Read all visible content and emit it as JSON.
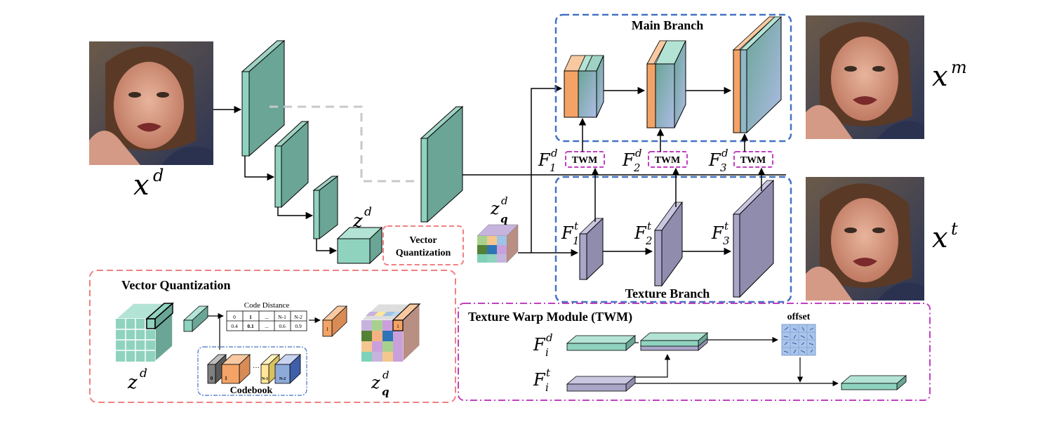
{
  "labels": {
    "x_d": "x",
    "x_d_sup": "d",
    "x_m": "x",
    "x_m_sup": "m",
    "x_t": "x",
    "x_t_sup": "t",
    "z_d": "z",
    "z_d_sup": "d",
    "zq": "z",
    "zq_sup": "d",
    "zq_sub": "q",
    "F1d": "F",
    "F1d_sup": "d",
    "F1d_sub": "1",
    "F2d": "F",
    "F2d_sup": "d",
    "F2d_sub": "2",
    "F3d": "F",
    "F3d_sup": "d",
    "F3d_sub": "3",
    "F1t": "F",
    "F1t_sup": "t",
    "F1t_sub": "1",
    "F2t": "F",
    "F2t_sup": "t",
    "F2t_sub": "2",
    "F3t": "F",
    "F3t_sup": "t",
    "F3t_sub": "3",
    "Fid": "F",
    "Fid_sup": "d",
    "Fid_sub": "i",
    "Fit": "F",
    "Fit_sup": "t",
    "Fit_sub": "i",
    "vq_z_d": "z",
    "vq_z_d_sup": "d",
    "vq_zq": "z",
    "vq_zq_sup": "d",
    "vq_zq_sub": "q"
  },
  "boxes": {
    "main_branch": "Main Branch",
    "texture_branch": "Texture Branch",
    "vq_small_1": "Vector",
    "vq_small_2": "Quantization",
    "vq_panel": "Vector Quantization",
    "twm_panel": "Texture Warp Module (TWM)",
    "twm_tag": "TWM",
    "codebook": "Codebook",
    "code_distance": "Code Distance",
    "offset": "offset"
  },
  "code_distance_table": {
    "row1": [
      "0",
      "1",
      "...",
      "N-1",
      "N-2"
    ],
    "row2": [
      "0.4",
      "0.1",
      "...",
      "0.6",
      "0.9"
    ]
  },
  "codebook_entries": [
    "0",
    "1",
    "N-1",
    "N-2"
  ],
  "selected_code": "1",
  "colors": {
    "encoder_teal": "#6aa596",
    "teal_light": "#8fd3bf",
    "orange": "#f4a366",
    "lavender": "#a9a6c8",
    "blue_dashed": "#4472c4",
    "salmon_dashed": "#f08080",
    "magenta_dashed": "#c040c0",
    "skip_gray": "#c8c8c8"
  }
}
